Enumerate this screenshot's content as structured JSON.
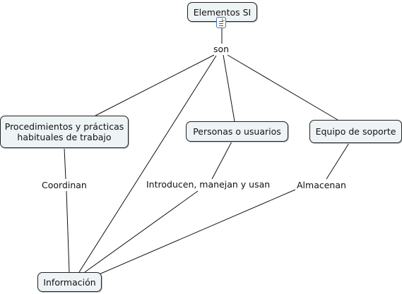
{
  "diagram": {
    "root": {
      "label": "Elementos SI",
      "icon": "document-icon"
    },
    "connectors": {
      "son": "son",
      "coordinan": "Coordinan",
      "introducen": "Introducen, manejan y usan",
      "almacenan": "Almacenan"
    },
    "nodes": {
      "procedimientos": "Procedimientos y prácticas habituales de trabajo",
      "personas": "Personas o usuarios",
      "equipo": "Equipo de soporte",
      "informacion": "Información"
    }
  }
}
